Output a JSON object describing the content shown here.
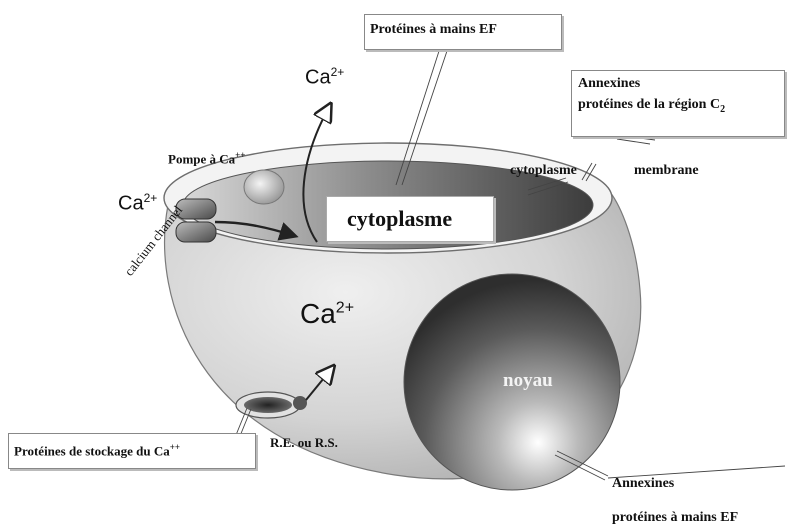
{
  "labels": {
    "top_box": "Protéines à mains EF",
    "ca_out_top": "Ca",
    "ca_out_top_sup": "2+",
    "annexins_top_line1": "Annexines",
    "annexins_top_line2": "protéines de la région C",
    "annexins_top_sub": "2",
    "pump": "Pompe à Ca",
    "pump_sup": "++",
    "cytoplasme_small": "cytoplasme",
    "membrane": "membrane",
    "ca_in_left": "Ca",
    "ca_in_left_sup": "2+",
    "cytoplasme_big": "cytoplasme",
    "calcium_channel": "calcium channel",
    "ca_center": "Ca",
    "ca_center_sup": "2+",
    "noyau": "noyau",
    "re_rs": "R.E. ou R.S.",
    "storage_box": "Protéines de stockage du Ca",
    "storage_box_sup": "++",
    "annexins_bottom_line1": "Annexines",
    "annexins_bottom_line2": "protéines à mains EF"
  },
  "colors": {
    "cell_light": "#e6e6e6",
    "cell_dark": "#9a9a9a",
    "cyto_dark": "#4a4a4a",
    "nucleus_dark": "#3a3a3a",
    "nucleus_light": "#f2f2f2",
    "outline": "#7a7a7a"
  }
}
